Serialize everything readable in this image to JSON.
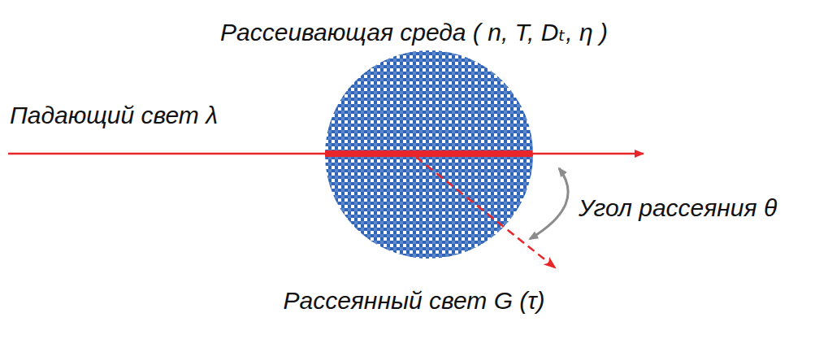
{
  "diagram": {
    "title": "Рассеивающая среда ( n, T, Dₜ, η )",
    "labels": [
      "Падающий свет λ",
      "Угол рассеяния θ",
      "Рассеянный свет G (τ)"
    ]
  }
}
